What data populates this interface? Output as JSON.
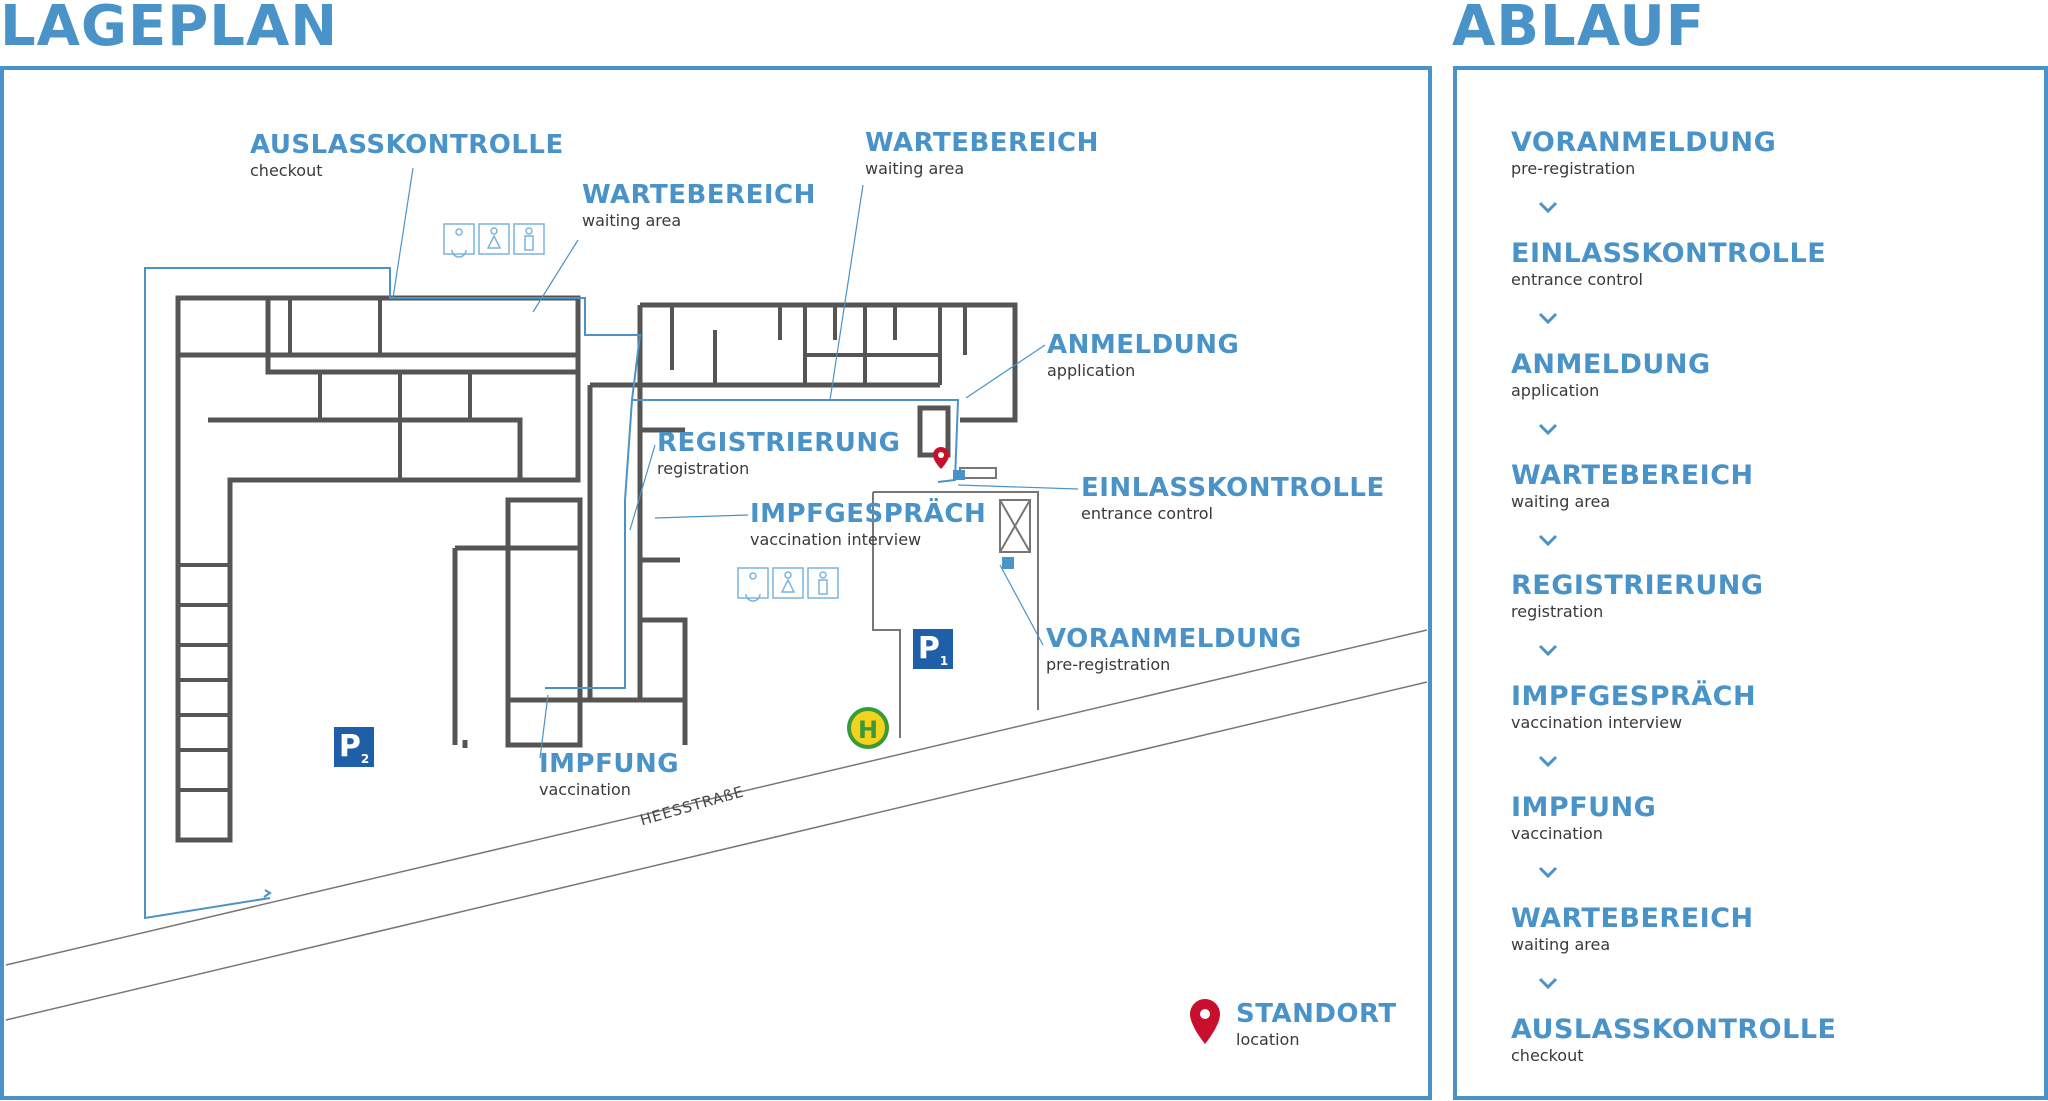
{
  "headings": {
    "map": "LAGEPLAN",
    "flow": "ABLAUF"
  },
  "map": {
    "labels": {
      "auslass": {
        "title": "AUSLASSKONTROLLE",
        "sub": "checkout"
      },
      "warte1": {
        "title": "WARTEBEREICH",
        "sub": "waiting area"
      },
      "warte2": {
        "title": "WARTEBEREICH",
        "sub": "waiting area"
      },
      "anmeldung": {
        "title": "ANMELDUNG",
        "sub": "application"
      },
      "registrierung": {
        "title": "REGISTRIERUNG",
        "sub": "registration"
      },
      "einlass": {
        "title": "EINLASSKONTROLLE",
        "sub": "entrance control"
      },
      "impfgespraech": {
        "title": "IMPFGESPRÄCH",
        "sub": "vaccination interview"
      },
      "voranmeldung": {
        "title": "VORANMELDUNG",
        "sub": "pre-registration"
      },
      "impfung": {
        "title": "IMPFUNG",
        "sub": "vaccination"
      }
    },
    "parking": [
      {
        "letter": "P",
        "num": "1"
      },
      {
        "letter": "P",
        "num": "2"
      }
    ],
    "bus_stop": "H",
    "street": "HEESSTRAßE",
    "legend": {
      "title": "STANDORT",
      "sub": "location"
    },
    "icons": [
      "wheelchair-icon",
      "female-icon",
      "male-icon",
      "location-pin-icon",
      "bus-stop-icon",
      "parking-icon"
    ],
    "colors": {
      "accent": "#4a93c8",
      "building": "#555555",
      "pin": "#c8102e",
      "parking": "#1f5fa8",
      "bus_stop": "#f2d21c"
    }
  },
  "flow": {
    "steps": [
      {
        "title": "VORANMELDUNG",
        "sub": "pre-registration"
      },
      {
        "title": "EINLASSKONTROLLE",
        "sub": "entrance control"
      },
      {
        "title": "ANMELDUNG",
        "sub": "application"
      },
      {
        "title": "WARTEBEREICH",
        "sub": "waiting area"
      },
      {
        "title": "REGISTRIERUNG",
        "sub": "registration"
      },
      {
        "title": "IMPFGESPRÄCH",
        "sub": "vaccination interview"
      },
      {
        "title": "IMPFUNG",
        "sub": "vaccination"
      },
      {
        "title": "WARTEBEREICH",
        "sub": "waiting area"
      },
      {
        "title": "AUSLASSKONTROLLE",
        "sub": "checkout"
      }
    ]
  }
}
